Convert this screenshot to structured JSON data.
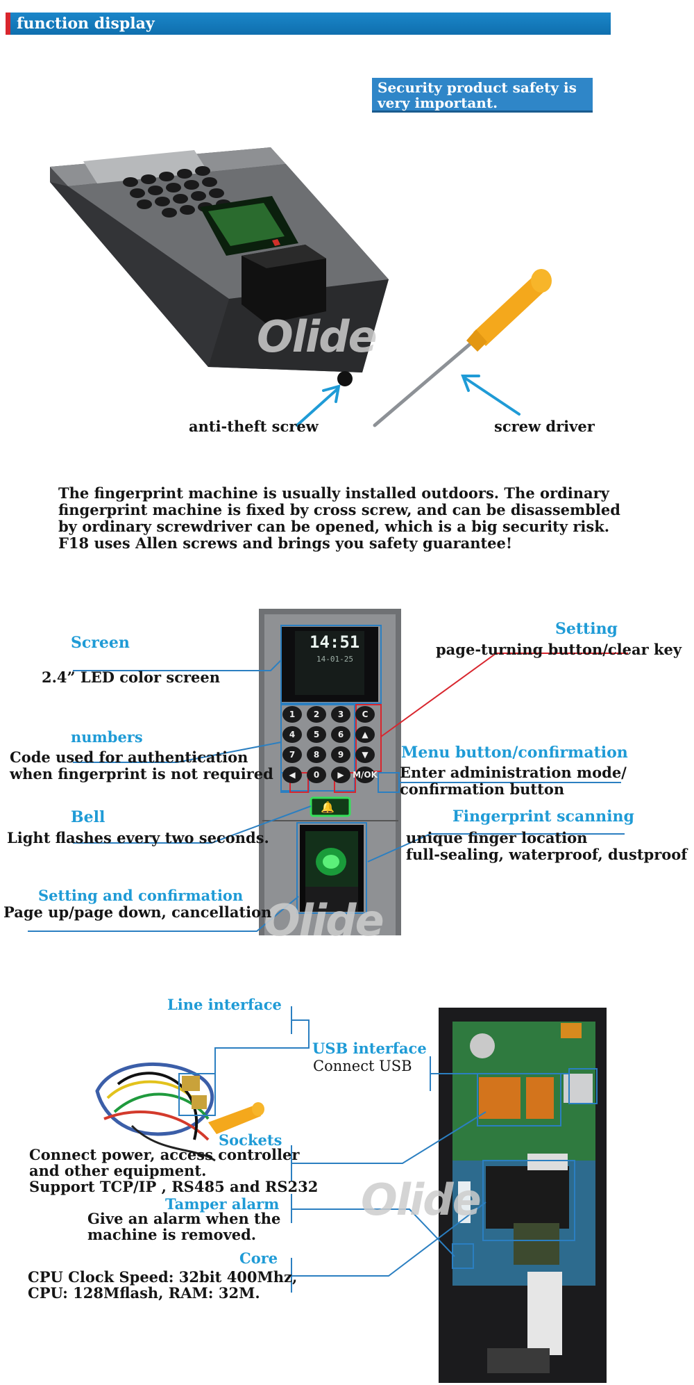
{
  "header": {
    "title": "function display"
  },
  "section1": {
    "callout": "Security product safety is very important.",
    "label_screw": "anti-theft screw",
    "label_driver": "screw driver",
    "paragraph": "The fingerprint machine is usually installed outdoors. The ordinary fingerprint machine is fixed by cross screw, and can be disassembled by ordinary screwdriver can be opened, which is a big security risk. F18 uses Allen screws and brings you safety guarantee!",
    "watermark": "Olide"
  },
  "section2": {
    "screen_title": "Screen",
    "screen_desc": "2.4”   LED color screen",
    "numbers_title": "numbers",
    "numbers_desc1": "Code used for authentication",
    "numbers_desc2": "when fingerprint is not  required",
    "bell_title": "Bell",
    "bell_desc": "Light flashes every two seconds.",
    "setconf_title": "Setting and confirmation",
    "setconf_desc": "Page up/page down, cancellation",
    "setting_title": "Setting",
    "setting_desc": "page-turning button/clear key",
    "menu_title": "Menu button/confirmation",
    "menu_desc1": "Enter administration mode/",
    "menu_desc2": "confirmation button",
    "fp_title": "Fingerprint scanning",
    "fp_desc1": "unique finger location",
    "fp_desc2": "full-sealing, waterproof, dustproof",
    "lcd_time": "14:51",
    "lcd_date": "14-01-25",
    "keys": [
      "1",
      "2",
      "3",
      "C",
      "4",
      "5",
      "6",
      "▲",
      "7",
      "8",
      "9",
      "▼",
      "◀",
      "0",
      "▶",
      "M/OK"
    ],
    "watermark": "Olide"
  },
  "section3": {
    "line_title": "Line interface",
    "usb_title": "USB interface",
    "usb_desc": "Connect USB",
    "sockets_title": "Sockets",
    "sockets_desc1": "Connect power, access controller",
    "sockets_desc2": "and other equipment.",
    "sockets_desc3": "Support TCP/IP , RS485 and RS232",
    "tamper_title": "Tamper alarm",
    "tamper_desc1": "Give an alarm when the",
    "tamper_desc2": "machine is removed.",
    "core_title": "Core",
    "core_desc1": "CPU Clock Speed: 32bit 400Mhz,",
    "core_desc2": "CPU: 128Mflash, RAM: 32M.",
    "watermark": "Olide"
  },
  "colors": {
    "accent": "#1f9bd6",
    "header": "#1379bd",
    "header_tag": "#d8262e",
    "callout": "#2f86c8",
    "pointer": "#d8262e"
  }
}
